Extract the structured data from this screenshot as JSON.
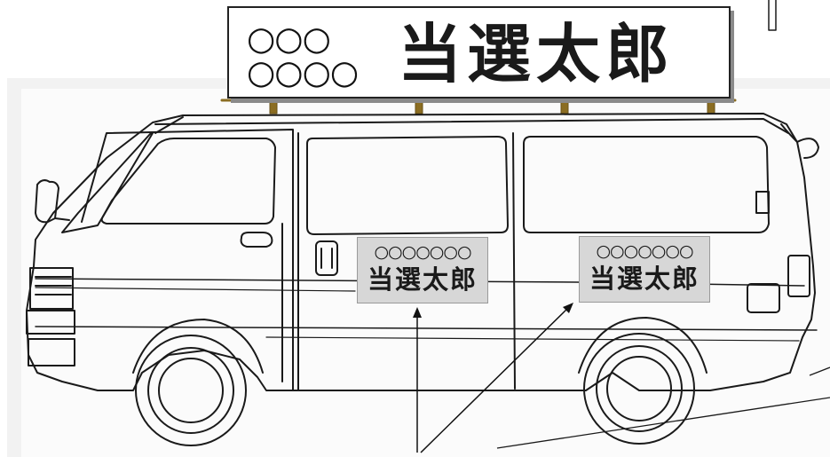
{
  "roof_sign": {
    "circles_line1": "○○○",
    "circles_line2": "○○○○",
    "name": "当選太郎"
  },
  "side_sign_left": {
    "circles": "○○○○○○○",
    "name": "当選太郎"
  },
  "side_sign_right": {
    "circles": "○○○○○○○",
    "name": "当選太郎"
  }
}
